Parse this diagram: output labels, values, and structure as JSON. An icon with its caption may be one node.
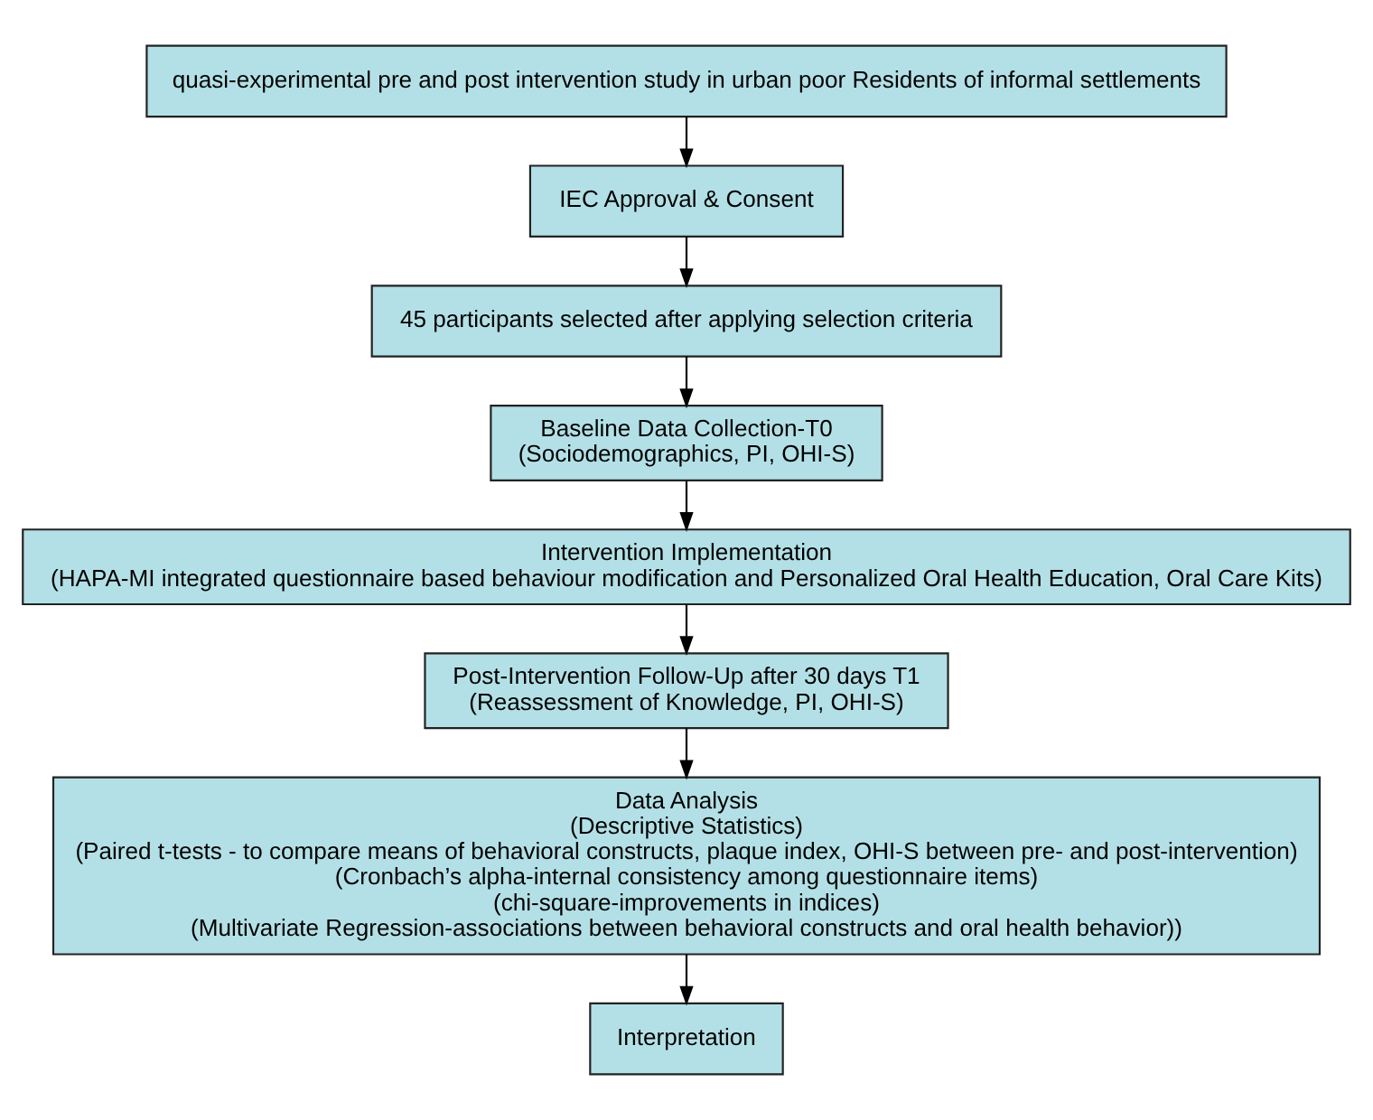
{
  "diagram": {
    "nodes": [
      {
        "text": [
          "quasi-experimental pre and post intervention study in urban poor Residents of informal settlements"
        ]
      },
      {
        "text": [
          "IEC Approval & Consent"
        ]
      },
      {
        "text": [
          "45 participants selected after applying selection criteria"
        ]
      },
      {
        "text": [
          "Baseline Data Collection-T0",
          "(Sociodemographics, PI, OHI-S)"
        ]
      },
      {
        "text": [
          "Intervention Implementation",
          "(HAPA-MI integrated questionnaire based behaviour modification and Personalized Oral Health Education, Oral Care Kits)"
        ]
      },
      {
        "text": [
          "Post-Intervention Follow-Up after 30 days T1",
          "(Reassessment of Knowledge, PI, OHI-S)"
        ]
      },
      {
        "text": [
          "Data Analysis",
          "(Descriptive Statistics)",
          "(Paired t-tests - to compare means of behavioral constructs, plaque index, OHI-S between pre- and post-intervention)",
          "(Cronbach’s alpha-internal consistency among questionnaire items)",
          "(chi-square-improvements in indices)",
          "(Multivariate Regression-associations between behavioral constructs and oral health behavior))"
        ]
      },
      {
        "text": [
          "Interpretation"
        ]
      }
    ],
    "edges": [
      {
        "from": 0,
        "to": 1,
        "arrow": "to"
      },
      {
        "from": 1,
        "to": 2,
        "arrow": "to"
      },
      {
        "from": 2,
        "to": 3,
        "arrow": "to"
      },
      {
        "from": 3,
        "to": 4,
        "arrow": "to"
      },
      {
        "from": 4,
        "to": 5,
        "arrow": "to"
      },
      {
        "from": 5,
        "to": 6,
        "arrow": "to"
      },
      {
        "from": 6,
        "to": 7,
        "arrow": "to"
      }
    ]
  }
}
